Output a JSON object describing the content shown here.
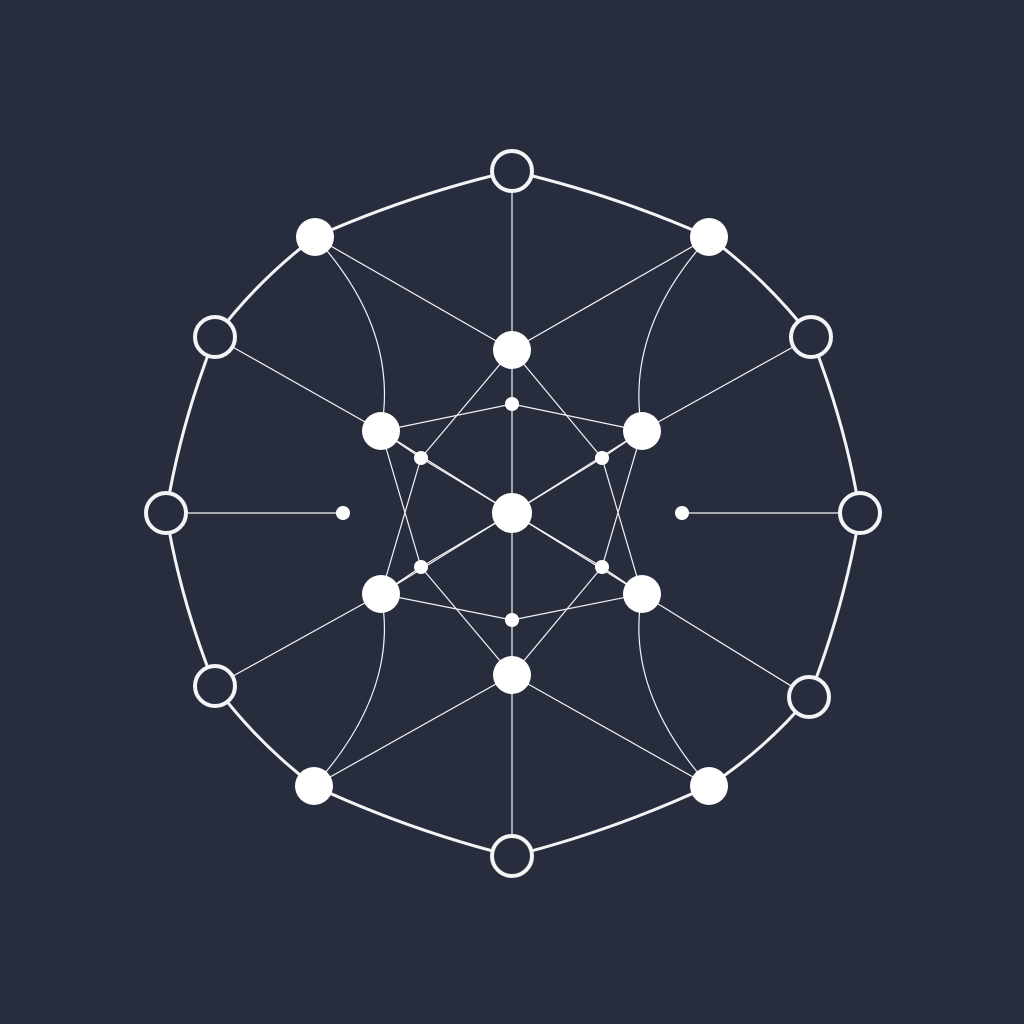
{
  "theme": {
    "background": "#282d3e",
    "stroke": "#f4f4f6",
    "node_fill": "#ffffff"
  },
  "diagram": {
    "kind": "network-graph",
    "symmetry": "bilateral",
    "outer_ring": {
      "shape": "ring",
      "hollow_node_count": 8,
      "filled_node_count": 4
    },
    "inner_hexagon": {
      "filled_node_count": 6,
      "small_node_count": 6
    },
    "center": {
      "filled_node_count": 1
    },
    "side_terminals": {
      "small_node_count": 2
    }
  }
}
